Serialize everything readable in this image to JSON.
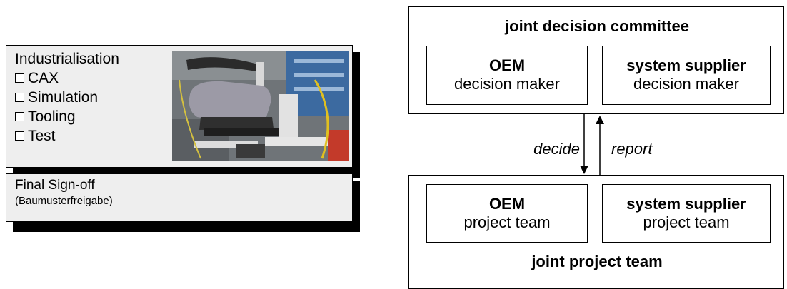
{
  "industrialisation": {
    "title": "Industrialisation",
    "items": [
      "CAX",
      "Simulation",
      "Tooling",
      "Test"
    ],
    "photo_icon": "seat-on-test-rig-photo"
  },
  "signoff": {
    "title": "Final Sign-off",
    "subtitle": "(Baumusterfreigabe)"
  },
  "committee": {
    "title": "joint decision committee",
    "oem_label": "OEM",
    "oem_role": "decision maker",
    "supplier_label": "system supplier",
    "supplier_role": "decision maker"
  },
  "flows": {
    "down_label": "decide",
    "up_label": "report"
  },
  "project": {
    "title": "joint project team",
    "oem_label": "OEM",
    "oem_role": "project team",
    "supplier_label": "system supplier",
    "supplier_role": "project team"
  }
}
